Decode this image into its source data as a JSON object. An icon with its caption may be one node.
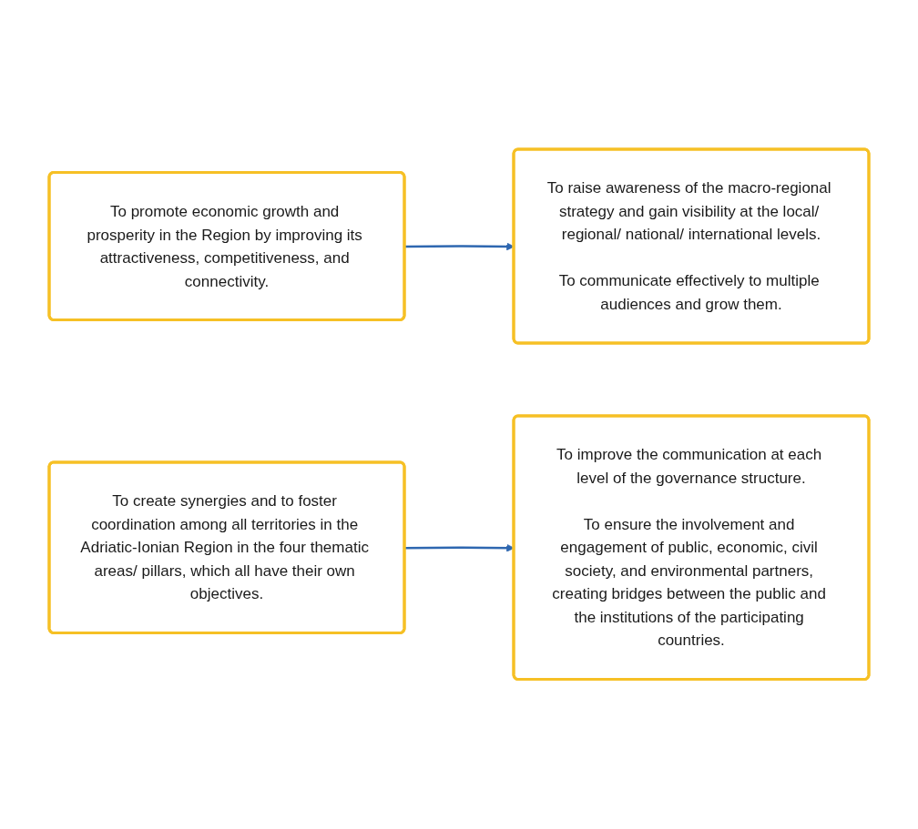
{
  "diagram": {
    "nodes": [
      {
        "text": [
          "To promote economic growth and prosperity in the Region by improving its attractiveness, competitiveness, and connectivity."
        ]
      },
      {
        "text": [
          "To raise awareness of the macro-regional strategy and gain visibility at the local/ regional/ national/ international levels.",
          "To communicate effectively to multiple audiences and grow them."
        ]
      },
      {
        "text": [
          "To create synergies and to foster coordination among all territories in the Adriatic-Ionian Region in the four thematic areas/ pillars, which all have their own objectives."
        ]
      },
      {
        "text": [
          "To improve the communication at each level of the governance structure.",
          "To ensure the involvement and engagement of public, economic, civil society, and environmental partners, creating bridges between the public and the institutions of the participating countries."
        ]
      }
    ],
    "edges": [
      {
        "from": 0,
        "to": 1,
        "arrow": "to"
      },
      {
        "from": 2,
        "to": 3,
        "arrow": "to"
      }
    ]
  }
}
